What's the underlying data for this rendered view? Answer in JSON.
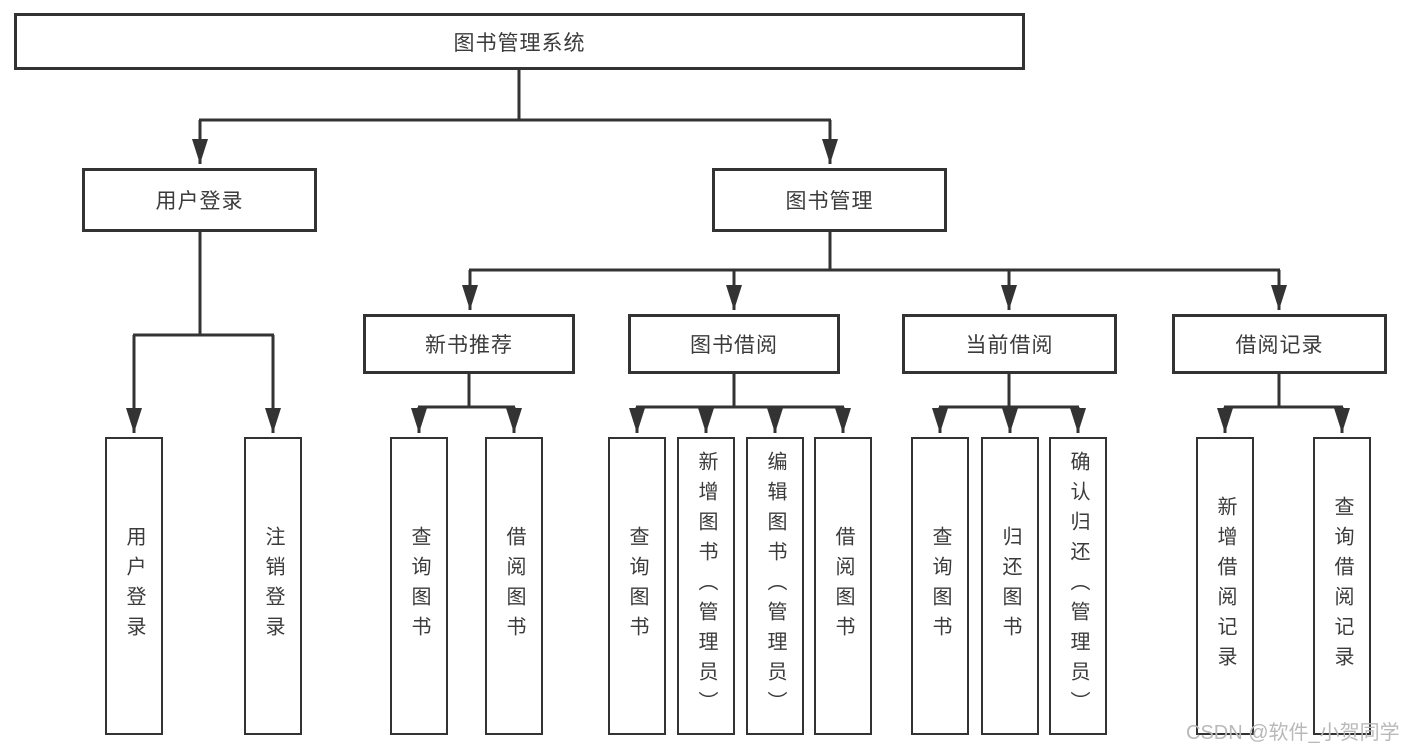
{
  "diagram_type": "hierarchy-tree",
  "tree": {
    "label": "图书管理系统",
    "children": [
      {
        "label": "用户登录",
        "children": [
          {
            "label": "用户登录"
          },
          {
            "label": "注销登录"
          }
        ]
      },
      {
        "label": "图书管理",
        "children": [
          {
            "label": "新书推荐",
            "children": [
              {
                "label": "查询图书"
              },
              {
                "label": "借阅图书"
              }
            ]
          },
          {
            "label": "图书借阅",
            "children": [
              {
                "label": "查询图书"
              },
              {
                "label": "新增图书（管理员）"
              },
              {
                "label": "编辑图书（管理员）"
              },
              {
                "label": "借阅图书"
              }
            ]
          },
          {
            "label": "当前借阅",
            "children": [
              {
                "label": "查询图书"
              },
              {
                "label": "归还图书"
              },
              {
                "label": "确认归还（管理员）"
              }
            ]
          },
          {
            "label": "借阅记录",
            "children": [
              {
                "label": "新增借阅记录"
              },
              {
                "label": "查询借阅记录"
              }
            ]
          }
        ]
      }
    ]
  },
  "watermark": "CSDN @软件_小贺同学",
  "colors": {
    "line": "#333333",
    "text": "#3b3b3b",
    "box_background": "#ffffff",
    "watermark_color": "#b9b9b9"
  }
}
